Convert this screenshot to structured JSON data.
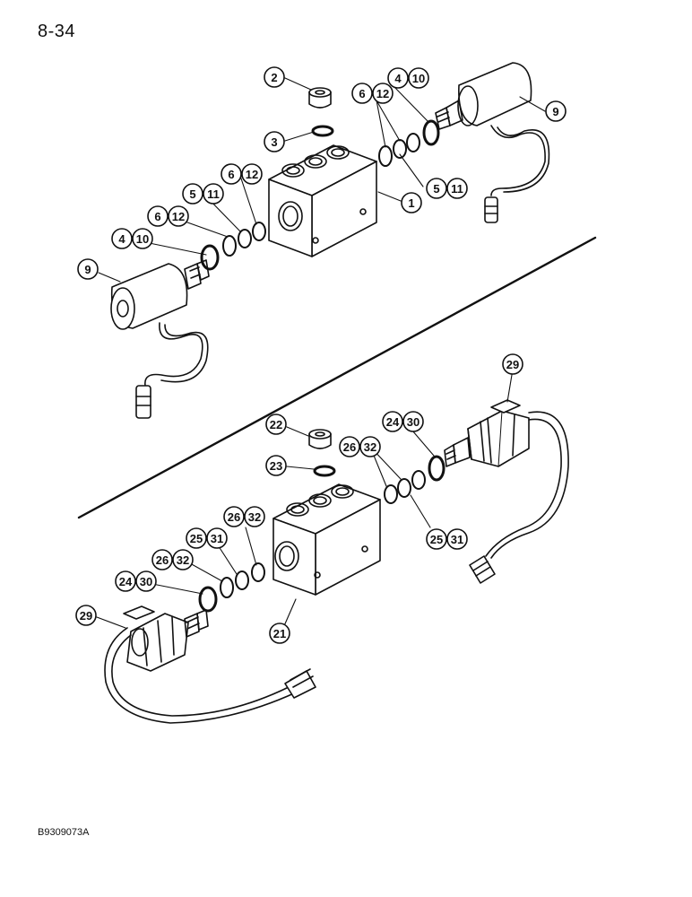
{
  "page": {
    "page_number": "8-34",
    "figure_code": "B9309073A"
  },
  "callouts": [
    {
      "id": "c2",
      "single": "2"
    },
    {
      "id": "c3",
      "single": "3"
    },
    {
      "id": "c1",
      "single": "1"
    },
    {
      "id": "c9a",
      "single": "9"
    },
    {
      "id": "c9b",
      "single": "9"
    },
    {
      "id": "c4-10a",
      "pair": [
        "4",
        "10"
      ]
    },
    {
      "id": "c6-12a",
      "pair": [
        "6",
        "12"
      ]
    },
    {
      "id": "c5-11a",
      "pair": [
        "5",
        "11"
      ]
    },
    {
      "id": "c6-12b",
      "pair": [
        "6",
        "12"
      ]
    },
    {
      "id": "c5-11b",
      "pair": [
        "5",
        "11"
      ]
    },
    {
      "id": "c6-12c",
      "pair": [
        "6",
        "12"
      ]
    },
    {
      "id": "c4-10b",
      "pair": [
        "4",
        "10"
      ]
    },
    {
      "id": "c29a",
      "single": "29"
    },
    {
      "id": "c29b",
      "single": "29"
    },
    {
      "id": "c22",
      "single": "22"
    },
    {
      "id": "c23",
      "single": "23"
    },
    {
      "id": "c24-30a",
      "pair": [
        "24",
        "30"
      ]
    },
    {
      "id": "c26-32a",
      "pair": [
        "26",
        "32"
      ]
    },
    {
      "id": "c25-31a",
      "pair": [
        "25",
        "31"
      ]
    },
    {
      "id": "c26-32b",
      "pair": [
        "26",
        "32"
      ]
    },
    {
      "id": "c25-31b",
      "pair": [
        "25",
        "31"
      ]
    },
    {
      "id": "c26-32c",
      "pair": [
        "26",
        "32"
      ]
    },
    {
      "id": "c24-30b",
      "pair": [
        "24",
        "30"
      ]
    },
    {
      "id": "c21",
      "single": "21"
    }
  ]
}
